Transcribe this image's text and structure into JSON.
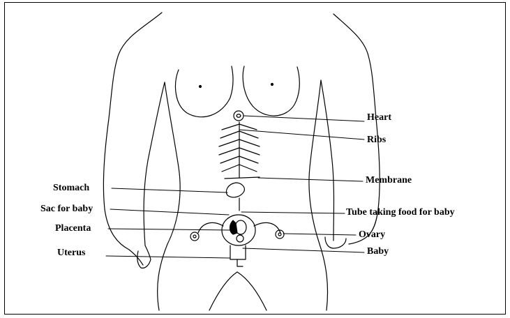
{
  "diagram": {
    "labels": {
      "heart": "Heart",
      "ribs": "Ribs",
      "membrane": "Membrane",
      "stomach": "Stomach",
      "sac_for_baby": "Sac for baby",
      "tube_taking_food": "Tube taking food for baby",
      "placenta": "Placenta",
      "ovary": "Ovary",
      "uterus": "Uterus",
      "baby": "Baby"
    },
    "colors": {
      "line": "#000000",
      "background": "#ffffff"
    }
  }
}
